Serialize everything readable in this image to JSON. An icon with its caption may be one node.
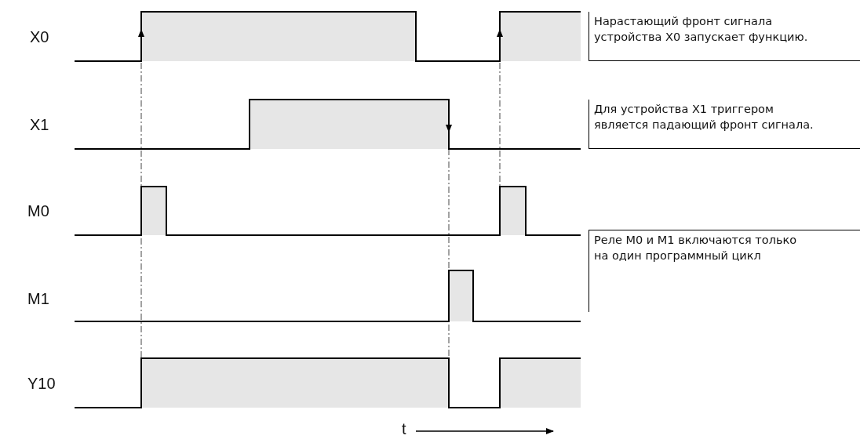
{
  "diagram": {
    "labels": [
      "X0",
      "Нарастающий фронт сигнала устройства X0 запускает функцию.",
      "X1",
      "Для устройства X1 триггером является падающий фронт сигнала.",
      "M0",
      "Реле M0 и M1 включаются только на один программный цикл",
      "M1",
      "Y10",
      "t"
    ]
  }
}
